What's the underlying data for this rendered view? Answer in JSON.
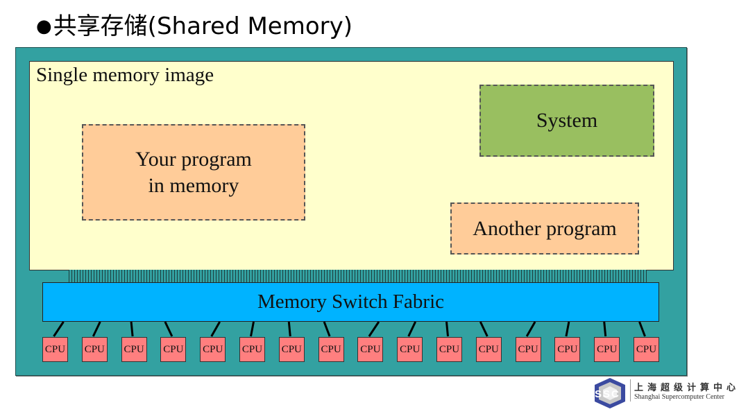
{
  "title": {
    "bullet": "●",
    "text": "共享存储(Shared Memory)"
  },
  "diagram": {
    "memory_image_label": "Single memory image",
    "regions": [
      {
        "id": "your-program",
        "lines": [
          "Your program",
          "in memory"
        ],
        "color": "#ffcc99"
      },
      {
        "id": "system",
        "lines": [
          "System"
        ],
        "color": "#99bf60"
      },
      {
        "id": "another-program",
        "lines": [
          "Another program"
        ],
        "color": "#ffcc99"
      }
    ],
    "fabric_label": "Memory Switch Fabric",
    "cpu_label": "CPU",
    "cpu_count": 16,
    "colors": {
      "outer": "#33a1a1",
      "memory_image": "#ffffcc",
      "fabric": "#00b3ff",
      "cpu": "#ff7f7f"
    }
  },
  "logo": {
    "abbr": "SSC",
    "name_cn": "上海超级计算中心",
    "name_en": "Shanghai Supercomputer Center"
  }
}
